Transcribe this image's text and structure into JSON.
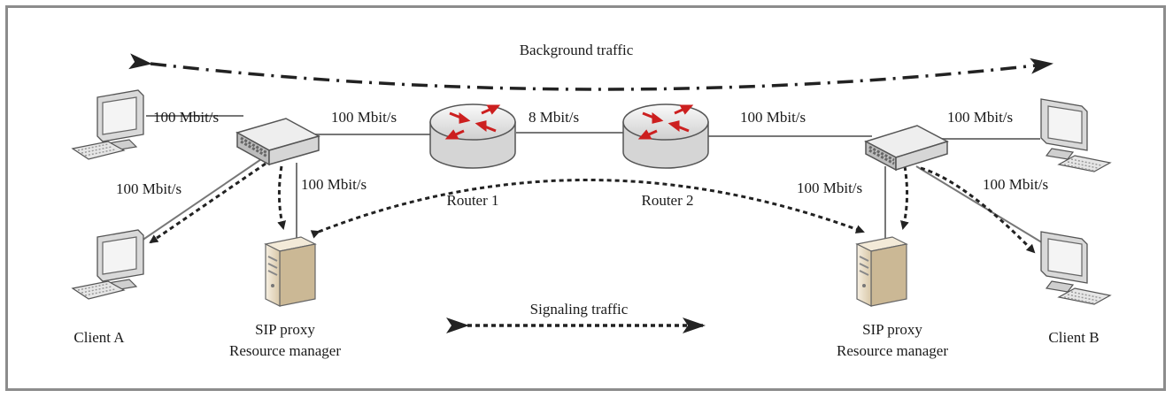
{
  "labels": {
    "background_traffic": "Background traffic",
    "signaling_traffic": "Signaling traffic",
    "router1": "Router 1",
    "router2": "Router 2",
    "client_a": "Client A",
    "client_b": "Client B",
    "sip_left_line1": "SIP proxy",
    "sip_left_line2": "Resource manager",
    "sip_right_line1": "SIP proxy",
    "sip_right_line2": "Resource manager"
  },
  "links": {
    "pc_a1_switch_left": "100 Mbit/s",
    "switch_left_router1": "100 Mbit/s",
    "router1_router2": "8 Mbit/s",
    "router2_switch_right": "100 Mbit/s",
    "switch_right_pc_b1": "100 Mbit/s",
    "switch_left_client_a": "100 Mbit/s",
    "switch_left_server_left": "100 Mbit/s",
    "switch_right_server_right": "100 Mbit/s",
    "switch_right_client_b": "100 Mbit/s"
  },
  "colors": {
    "frame": "#8c8c8c",
    "line": "#777777",
    "traffic": "#222222",
    "router_arrow": "#cc1f1f",
    "server": "#e9dcc5"
  }
}
